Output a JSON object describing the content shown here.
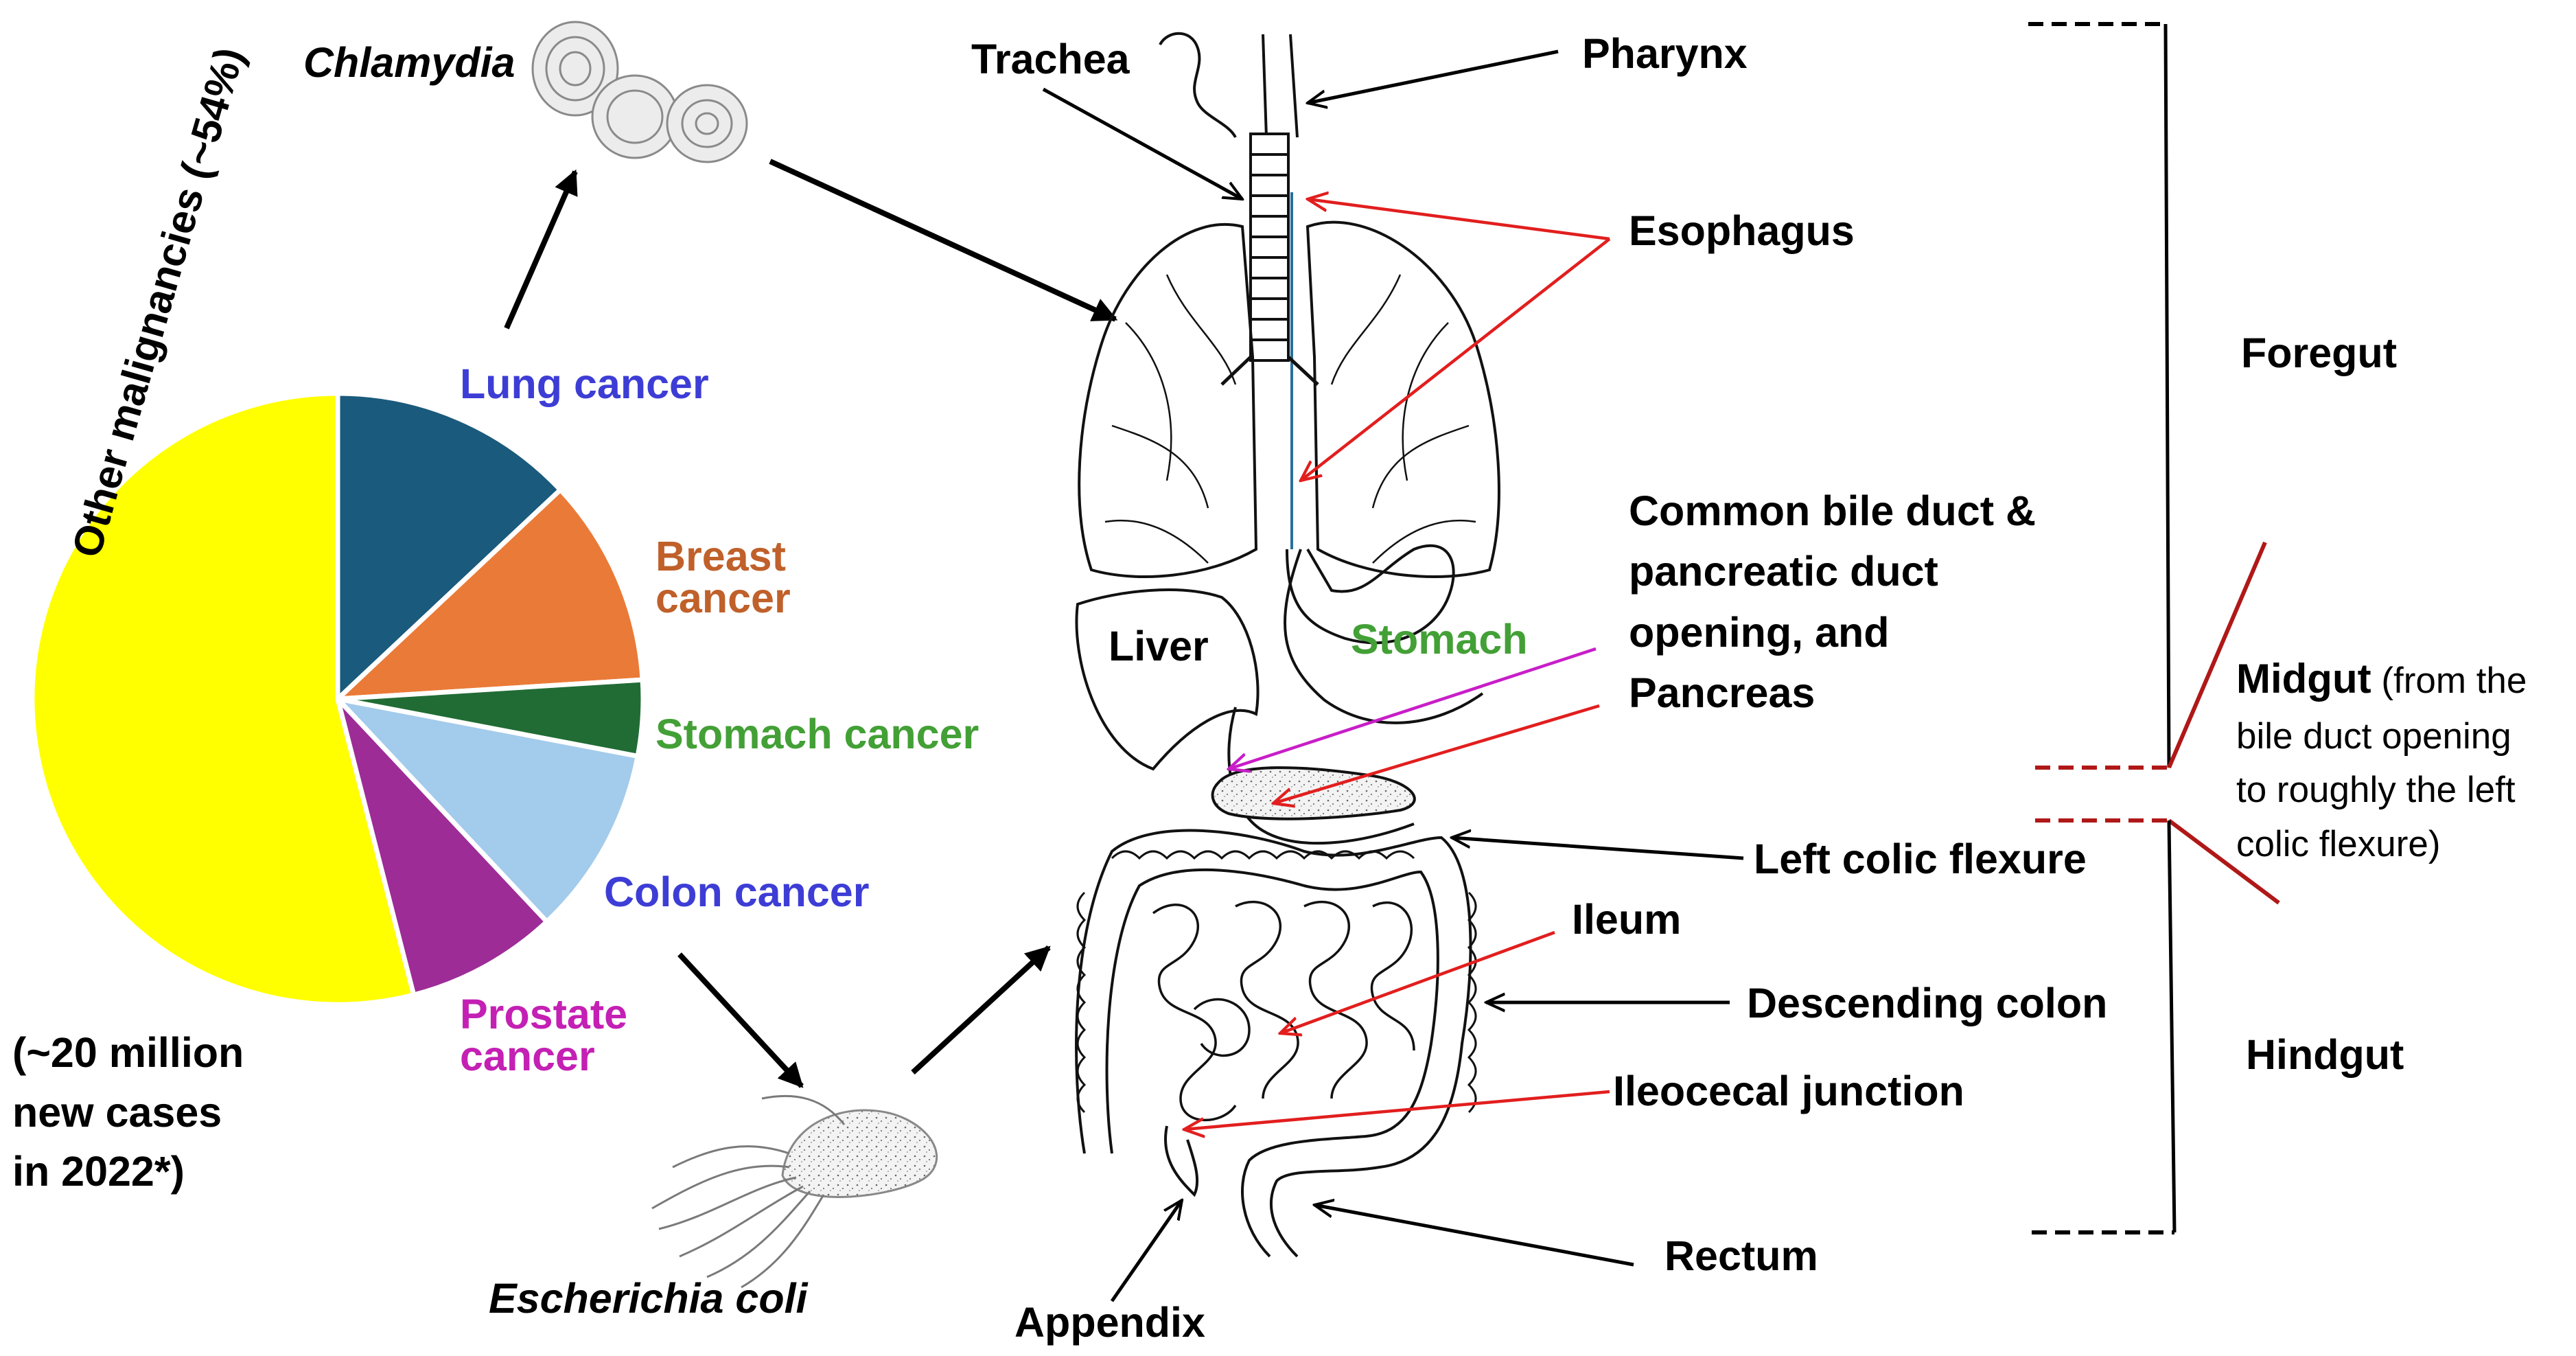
{
  "pie": {
    "slices": [
      {
        "name": "Lung cancer",
        "share": 0.13,
        "color": "#1a5a7c"
      },
      {
        "name": "Breast cancer",
        "share": 0.11,
        "color": "#ea7a37"
      },
      {
        "name": "Stomach cancer",
        "share": 0.04,
        "color": "#216c35"
      },
      {
        "name": "Colon cancer",
        "share": 0.1,
        "color": "#a3cbeb"
      },
      {
        "name": "Prostate cancer",
        "share": 0.08,
        "color": "#9d2c97"
      },
      {
        "name": "Other malignancies",
        "share": 0.54,
        "color": "#ffff00"
      }
    ],
    "other_label": "Other malignancies (~54%)",
    "total_note": "(~20 million\nnew cases\nin 2022*)"
  },
  "cancers": {
    "lung": "Lung cancer",
    "breast": "Breast\ncancer",
    "stomach": "Stomach cancer",
    "colon": "Colon cancer",
    "prostate": "Prostate\ncancer"
  },
  "pathogens": {
    "chlamydia": "Chlamydia",
    "ecoli": "Escherichia coli"
  },
  "anatomy": {
    "trachea": "Trachea",
    "pharynx": "Pharynx",
    "esophagus": "Esophagus",
    "liver": "Liver",
    "stomach": "Stomach",
    "bile_pancreas": "Common bile duct &\npancreatic duct\nopening, and\nPancreas",
    "left_colic": "Left colic flexure",
    "ileum": "Ileum",
    "descending": "Descending colon",
    "ileocecal": "Ileocecal junction",
    "rectum": "Rectum",
    "appendix": "Appendix"
  },
  "gut": {
    "foregut": "Foregut",
    "midgut_bold": "Midgut",
    "midgut_desc_1": " (from the",
    "midgut_desc_2": "bile duct opening\nto roughly the left\ncolic flexure)",
    "hindgut": "Hindgut"
  },
  "colors": {
    "lung_label": "#3d3dd6",
    "breast_label": "#c0602a",
    "stomach_label": "#43a036",
    "colon_label": "#3d3dd6",
    "prostate_label": "#c420b4",
    "red_arrow": "#e21e1e",
    "magenta_arrow": "#c81ec8",
    "dark_red": "#b01818"
  }
}
